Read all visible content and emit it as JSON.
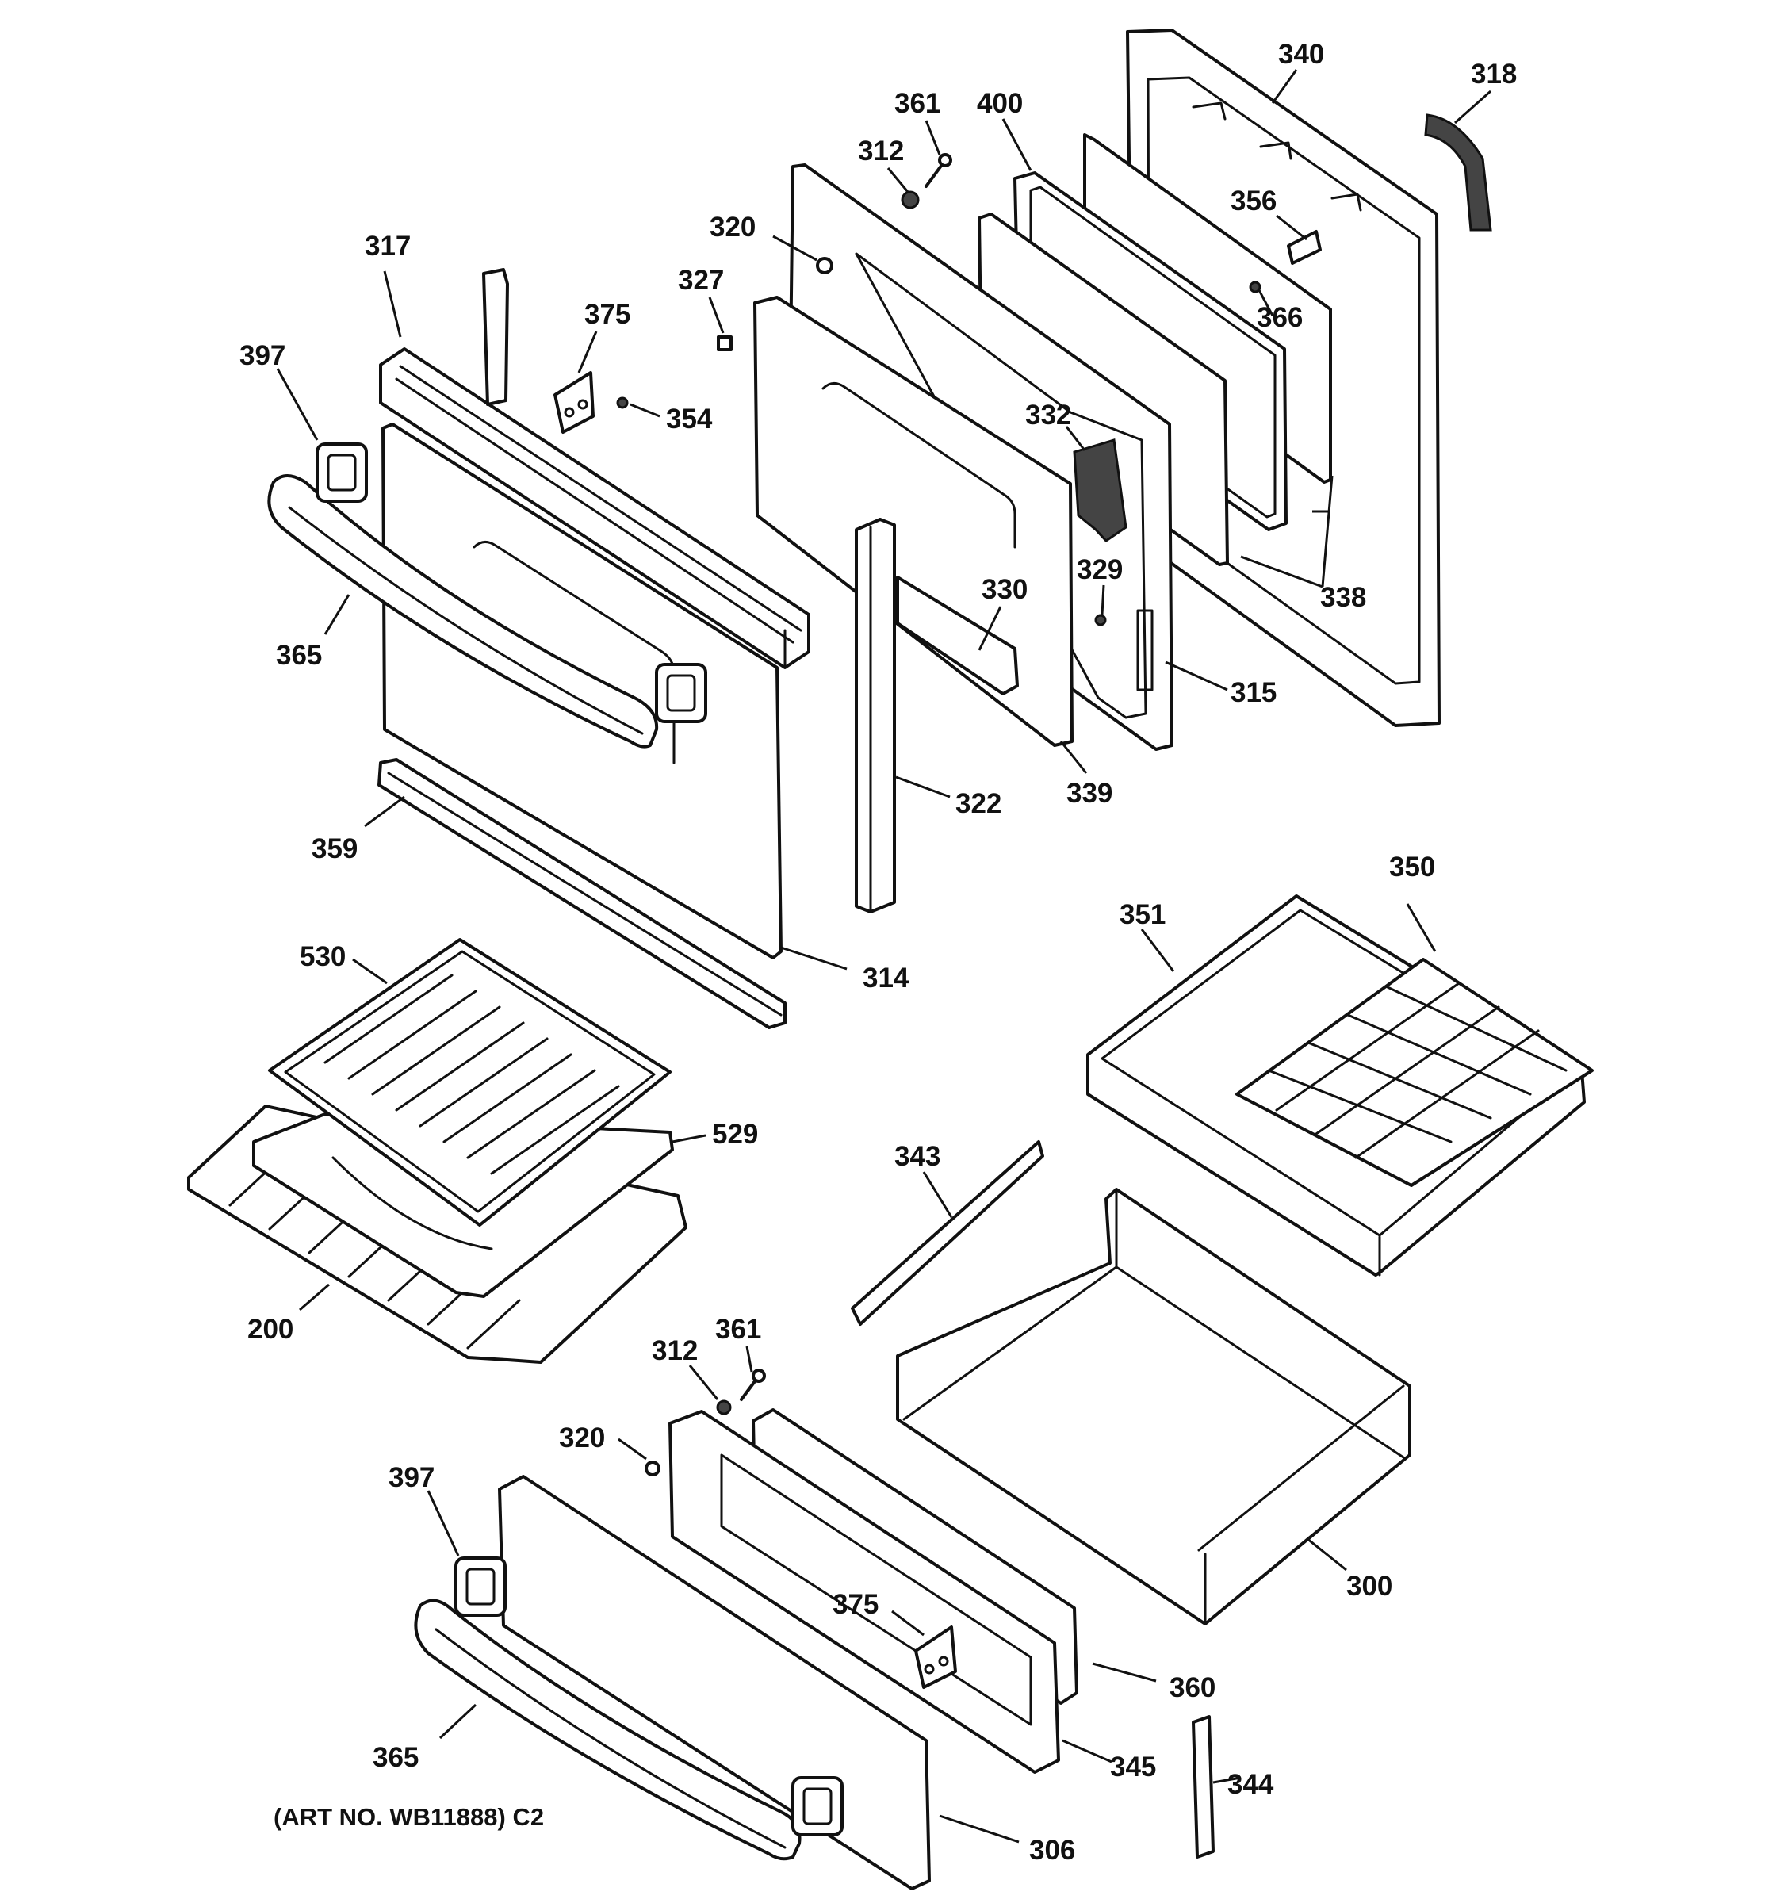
{
  "art_number": "(ART NO. WB11888) C2",
  "labels": {
    "l340": "340",
    "l318": "318",
    "l361a": "361",
    "l400": "400",
    "l312a": "312",
    "l356": "356",
    "l320a": "320",
    "l317": "317",
    "l327": "327",
    "l366": "366",
    "l375a": "375",
    "l397a": "397",
    "l354": "354",
    "l332": "332",
    "l329": "329",
    "l338": "338",
    "l330": "330",
    "l365a": "365",
    "l315": "315",
    "l339": "339",
    "l322": "322",
    "l359": "359",
    "l350": "350",
    "l351": "351",
    "l530": "530",
    "l314": "314",
    "l529": "529",
    "l343": "343",
    "l200": "200",
    "l361b": "361",
    "l312b": "312",
    "l320b": "320",
    "l397b": "397",
    "l300": "300",
    "l375b": "375",
    "l360": "360",
    "l365b": "365",
    "l345": "345",
    "l344": "344",
    "l306": "306"
  }
}
